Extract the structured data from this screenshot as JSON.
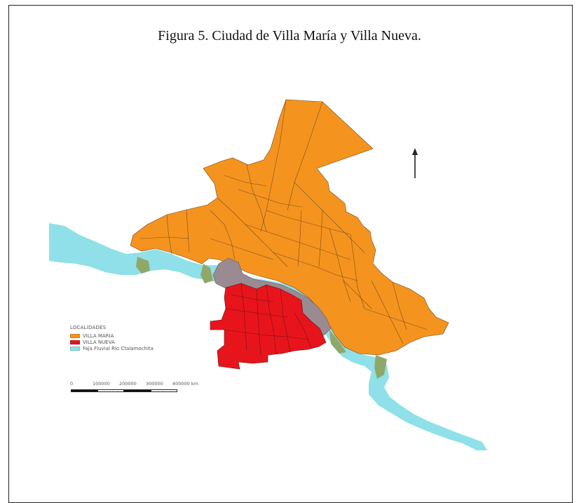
{
  "figure": {
    "caption": "Figura 5. Ciudad de Villa María y Villa Nueva."
  },
  "legend": {
    "title": "LOCALIDADES",
    "items": [
      {
        "label": "VILLA MARIA",
        "color": "#f5931f"
      },
      {
        "label": "VILLA NUEVA",
        "color": "#e8141c"
      },
      {
        "label": "Faja Fluvial Río Ctalamochita",
        "color": "#8fe0e8"
      }
    ]
  },
  "scale_bar": {
    "labels": [
      "0",
      "100000",
      "200000",
      "300000",
      "400000 km"
    ]
  },
  "north_arrow": {
    "icon": "north-arrow-icon"
  },
  "colors": {
    "villa_maria": "#f5931f",
    "villa_nueva": "#e8141c",
    "river": "#8fe0e8",
    "overlap_gray": "#9a8a92",
    "overlap_green": "#8fa86a"
  }
}
